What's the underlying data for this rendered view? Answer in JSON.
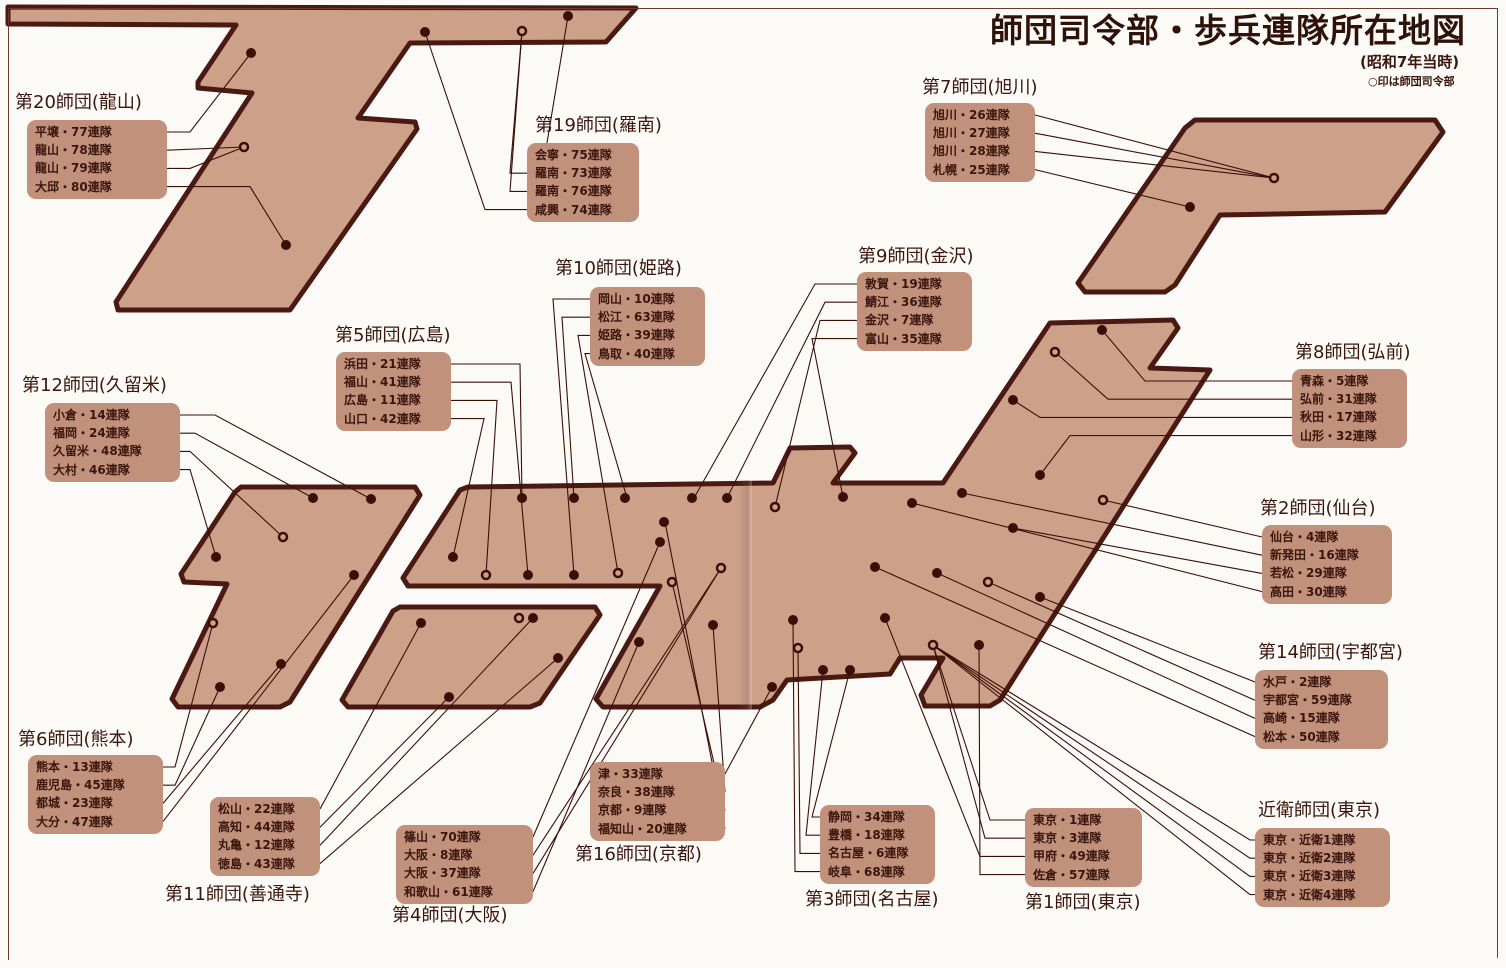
{
  "title": "師団司令部・歩兵連隊所在地図",
  "subtitle": "(昭和7年当時)",
  "legend": "○印は師団司令部",
  "colors": {
    "land": "#cda08a",
    "coast": "#4a1a12",
    "label_box": "#c1917b",
    "text": "#3a160e"
  },
  "divisions": [
    {
      "title": "第20師団(龍山)",
      "regiments": [
        "平壌・77連隊",
        "龍山・78連隊",
        "龍山・79連隊",
        "大邱・80連隊"
      ]
    },
    {
      "title": "第19師団(羅南)",
      "regiments": [
        "会寧・75連隊",
        "羅南・73連隊",
        "羅南・76連隊",
        "咸興・74連隊"
      ]
    },
    {
      "title": "第7師団(旭川)",
      "regiments": [
        "旭川・26連隊",
        "旭川・27連隊",
        "旭川・28連隊",
        "札幌・25連隊"
      ]
    },
    {
      "title": "第10師団(姫路)",
      "regiments": [
        "岡山・10連隊",
        "松江・63連隊",
        "姫路・39連隊",
        "鳥取・40連隊"
      ]
    },
    {
      "title": "第9師団(金沢)",
      "regiments": [
        "敦賀・19連隊",
        "鯖江・36連隊",
        "金沢・7連隊",
        "富山・35連隊"
      ]
    },
    {
      "title": "第5師団(広島)",
      "regiments": [
        "浜田・21連隊",
        "福山・41連隊",
        "広島・11連隊",
        "山口・42連隊"
      ]
    },
    {
      "title": "第8師団(弘前)",
      "regiments": [
        "青森・5連隊",
        "弘前・31連隊",
        "秋田・17連隊",
        "山形・32連隊"
      ]
    },
    {
      "title": "第12師団(久留米)",
      "regiments": [
        "小倉・14連隊",
        "福岡・24連隊",
        "久留米・48連隊",
        "大村・46連隊"
      ]
    },
    {
      "title": "第2師団(仙台)",
      "regiments": [
        "仙台・4連隊",
        "新発田・16連隊",
        "若松・29連隊",
        "高田・30連隊"
      ]
    },
    {
      "title": "第14師団(宇都宮)",
      "regiments": [
        "水戸・2連隊",
        "宇都宮・59連隊",
        "高崎・15連隊",
        "松本・50連隊"
      ]
    },
    {
      "title": "第6師団(熊本)",
      "regiments": [
        "熊本・13連隊",
        "鹿児島・45連隊",
        "都城・23連隊",
        "大分・47連隊"
      ]
    },
    {
      "title": "第11師団(善通寺)",
      "regiments": [
        "松山・22連隊",
        "高知・44連隊",
        "丸亀・12連隊",
        "徳島・43連隊"
      ]
    },
    {
      "title": "第4師団(大阪)",
      "regiments": [
        "篠山・70連隊",
        "大阪・8連隊",
        "大阪・37連隊",
        "和歌山・61連隊"
      ]
    },
    {
      "title": "第16師団(京都)",
      "regiments": [
        "津・33連隊",
        "奈良・38連隊",
        "京都・9連隊",
        "福知山・20連隊"
      ]
    },
    {
      "title": "第3師団(名古屋)",
      "regiments": [
        "静岡・34連隊",
        "豊橋・18連隊",
        "名古屋・6連隊",
        "岐阜・68連隊"
      ]
    },
    {
      "title": "第1師団(東京)",
      "regiments": [
        "東京・1連隊",
        "東京・3連隊",
        "甲府・49連隊",
        "佐倉・57連隊"
      ]
    },
    {
      "title": "近衛師団(東京)",
      "regiments": [
        "東京・近衛1連隊",
        "東京・近衛2連隊",
        "東京・近衛3連隊",
        "東京・近衛4連隊"
      ]
    }
  ]
}
